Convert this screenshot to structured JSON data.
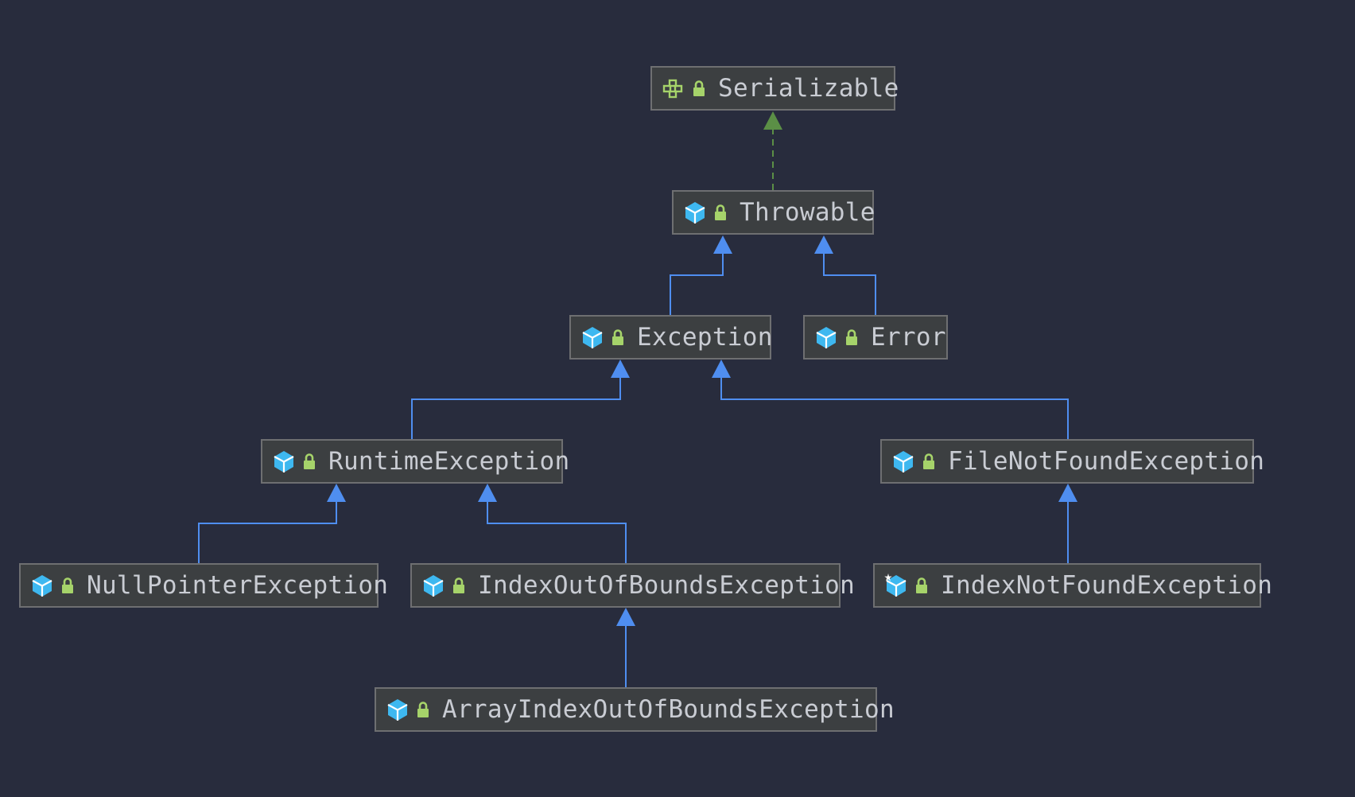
{
  "colors": {
    "background": "#282c3d",
    "node_fill": "#3c3f41",
    "node_border": "#6e6f71",
    "text": "#c9ccd3",
    "class_icon": "#3eb8f0",
    "interface_icon": "#a6d36a",
    "lock_icon": "#a6d36a",
    "extends_edge": "#4f8ef0",
    "implements_edge": "#5b8f46"
  },
  "nodes": [
    {
      "id": "serializable",
      "label": "Serializable",
      "icon": "interface-icon"
    },
    {
      "id": "throwable",
      "label": "Throwable",
      "icon": "class-icon"
    },
    {
      "id": "exception",
      "label": "Exception",
      "icon": "class-icon"
    },
    {
      "id": "error",
      "label": "Error",
      "icon": "class-icon"
    },
    {
      "id": "runtime",
      "label": "RuntimeException",
      "icon": "class-icon"
    },
    {
      "id": "filenotfound",
      "label": "FileNotFoundException",
      "icon": "class-icon"
    },
    {
      "id": "nullpointer",
      "label": "NullPointerException",
      "icon": "class-icon"
    },
    {
      "id": "indexoob",
      "label": "IndexOutOfBoundsException",
      "icon": "class-icon"
    },
    {
      "id": "indexnotfound",
      "label": "IndexNotFoundException",
      "icon": "class-icon-with-star"
    },
    {
      "id": "arrayindexoob",
      "label": "ArrayIndexOutOfBoundsException",
      "icon": "class-icon"
    }
  ],
  "edges": [
    {
      "from": "throwable",
      "to": "serializable",
      "type": "implements"
    },
    {
      "from": "exception",
      "to": "throwable",
      "type": "extends"
    },
    {
      "from": "error",
      "to": "throwable",
      "type": "extends"
    },
    {
      "from": "runtime",
      "to": "exception",
      "type": "extends"
    },
    {
      "from": "filenotfound",
      "to": "exception",
      "type": "extends"
    },
    {
      "from": "nullpointer",
      "to": "runtime",
      "type": "extends"
    },
    {
      "from": "indexoob",
      "to": "runtime",
      "type": "extends"
    },
    {
      "from": "indexnotfound",
      "to": "filenotfound",
      "type": "extends"
    },
    {
      "from": "arrayindexoob",
      "to": "indexoob",
      "type": "extends"
    }
  ]
}
